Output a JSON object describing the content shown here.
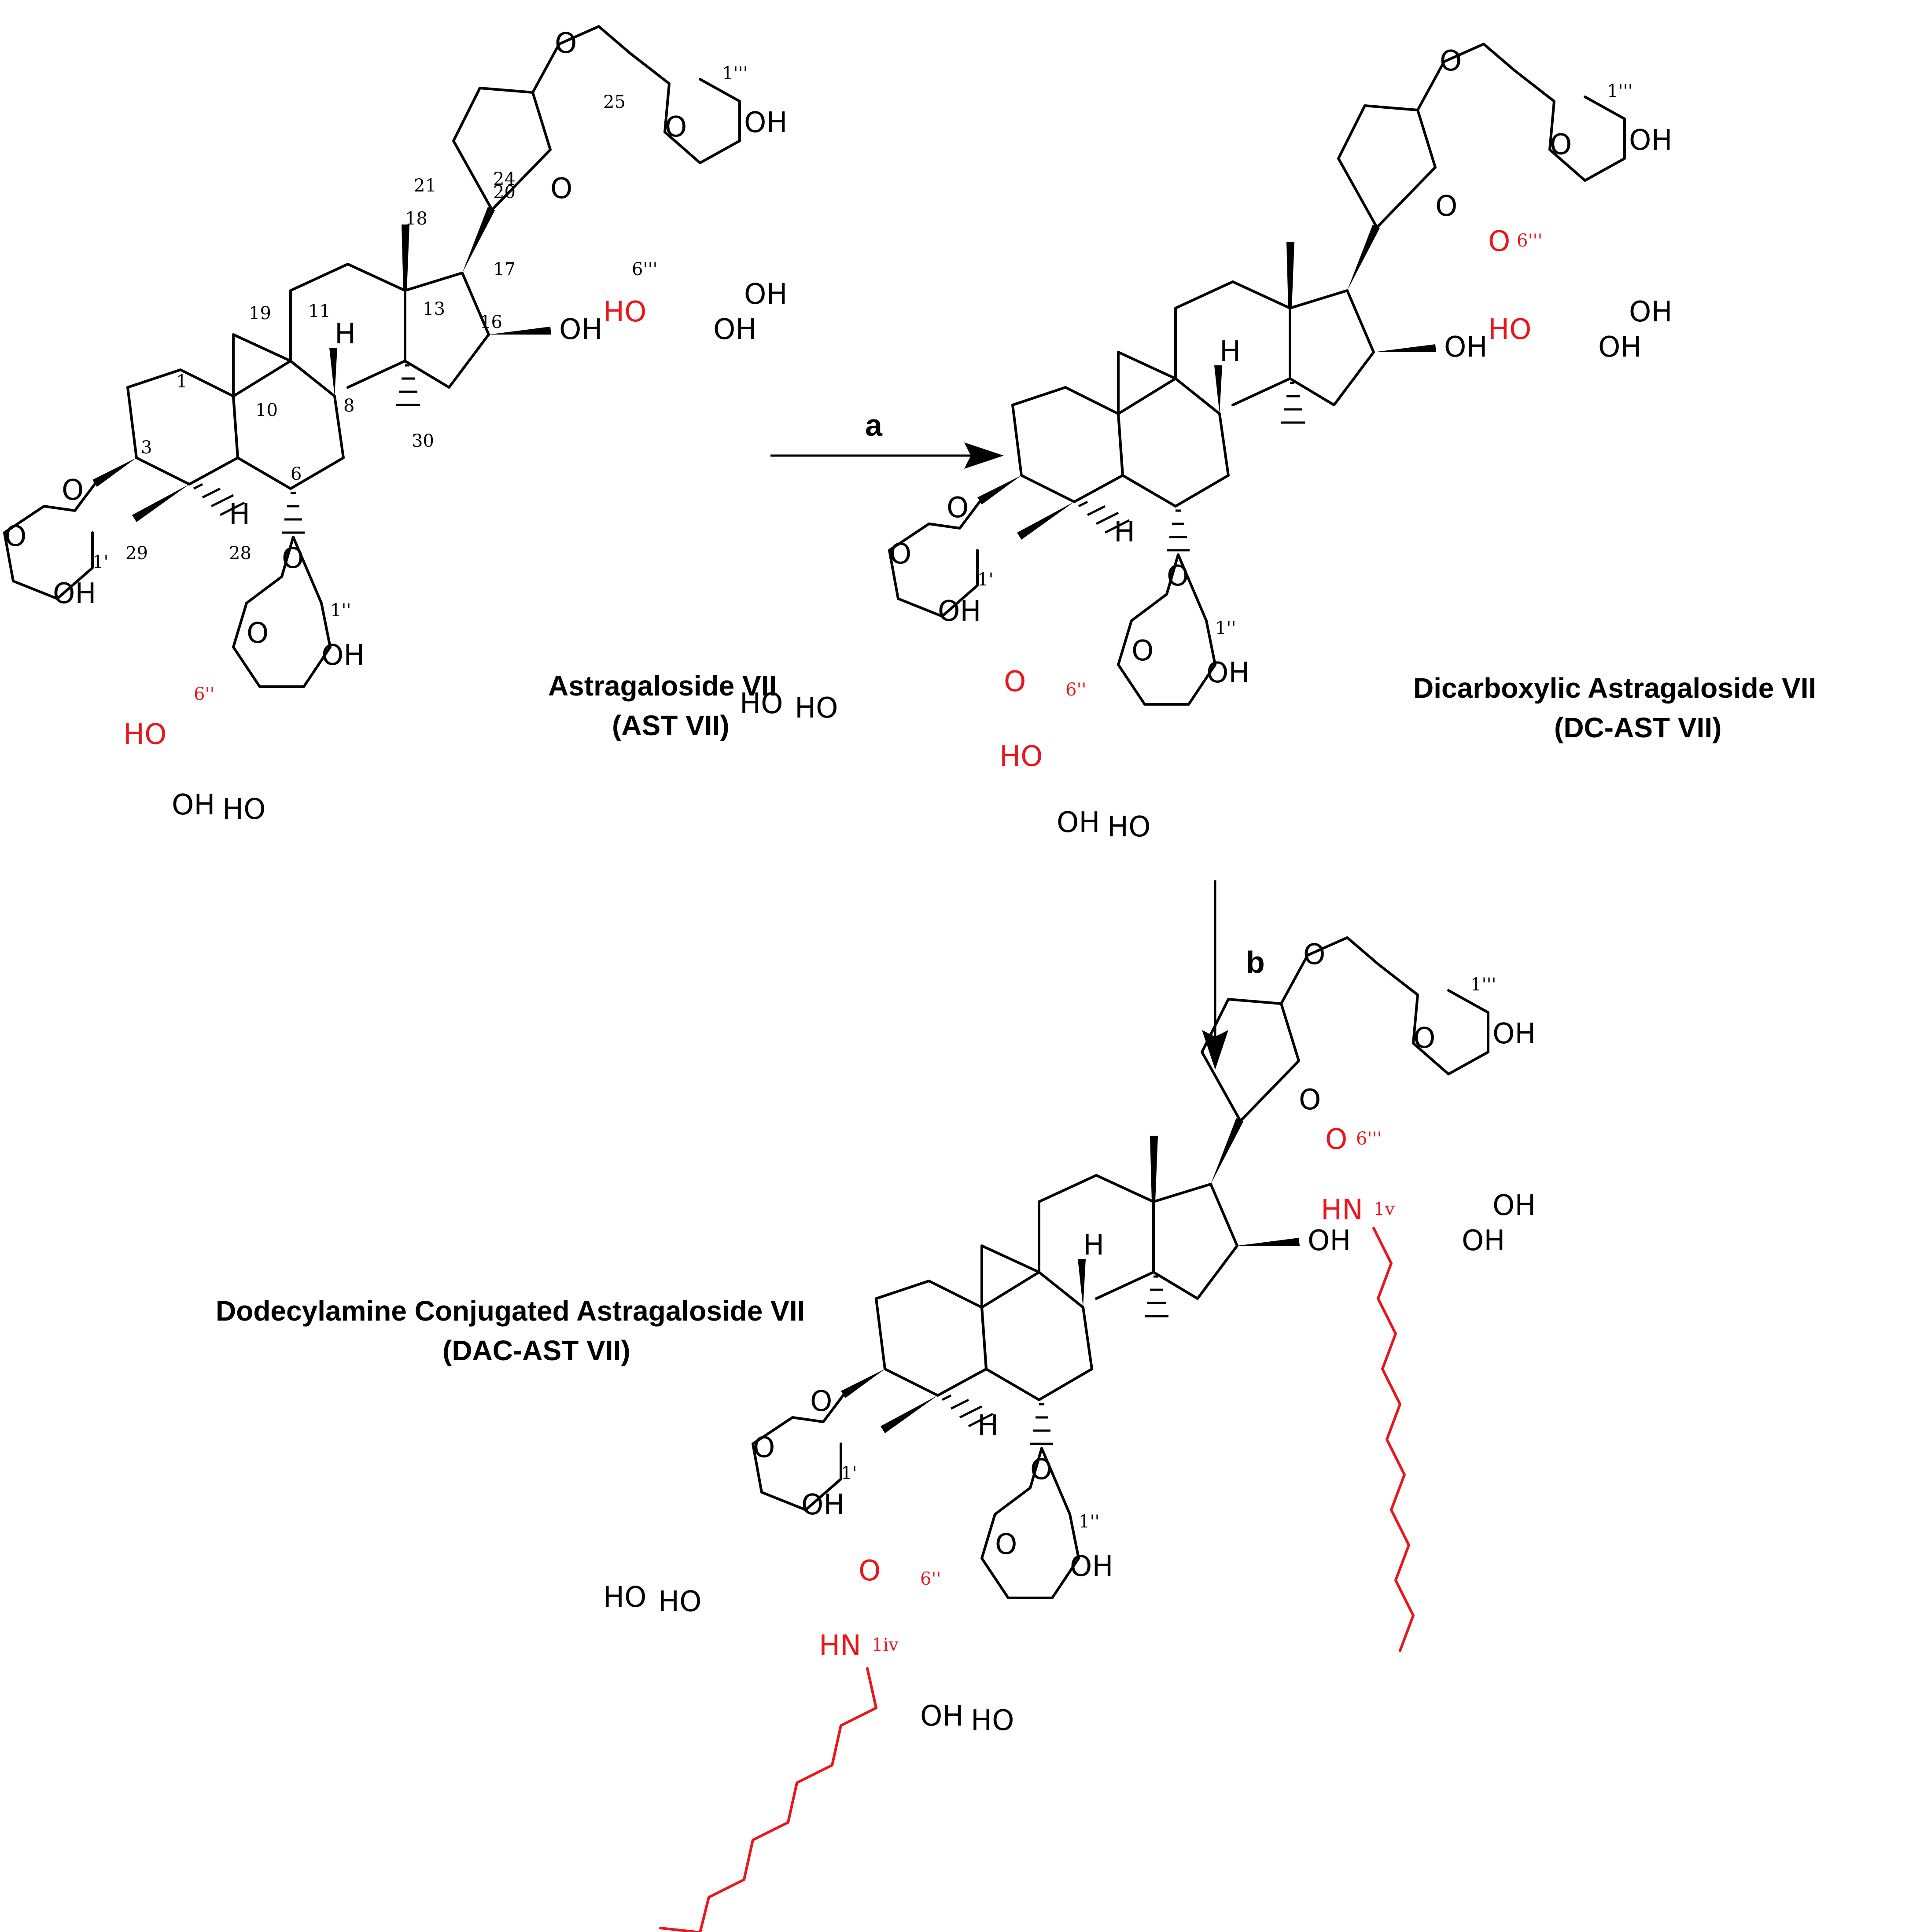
{
  "compounds": {
    "ast": {
      "name": "Astragaloside VII",
      "abbrev": "(AST VII)"
    },
    "dc": {
      "name": "Dicarboxylic Astragaloside VII",
      "abbrev": "(DC-AST VII)"
    },
    "dac": {
      "name": "Dodecylamine Conjugated Astragaloside VII",
      "abbrev": "(DAC-AST VII)"
    }
  },
  "steps": {
    "a": "a",
    "b": "b"
  },
  "atoms": {
    "oxygen": "O",
    "hydroxyl": "OH",
    "hydroxyl_left": "HO",
    "hydrogen": "H",
    "amine": "HN"
  },
  "locants": {
    "c1": "1",
    "c3": "3",
    "c6": "6",
    "c8": "8",
    "c10": "10",
    "c11": "11",
    "c13": "13",
    "c16": "16",
    "c17": "17",
    "c18": "18",
    "c19": "19",
    "c20": "20",
    "c21": "21",
    "c24": "24",
    "c25": "25",
    "c28": "28",
    "c29": "29",
    "c30": "30",
    "c1p": "1'",
    "c1pp": "1''",
    "c1ppp": "1'''",
    "c6pp": "6''",
    "c6ppp": "6'''",
    "c1iv": "1iv",
    "c1v": "1v"
  },
  "colors": {
    "bond": "#000000",
    "modification": "#e8171c"
  }
}
